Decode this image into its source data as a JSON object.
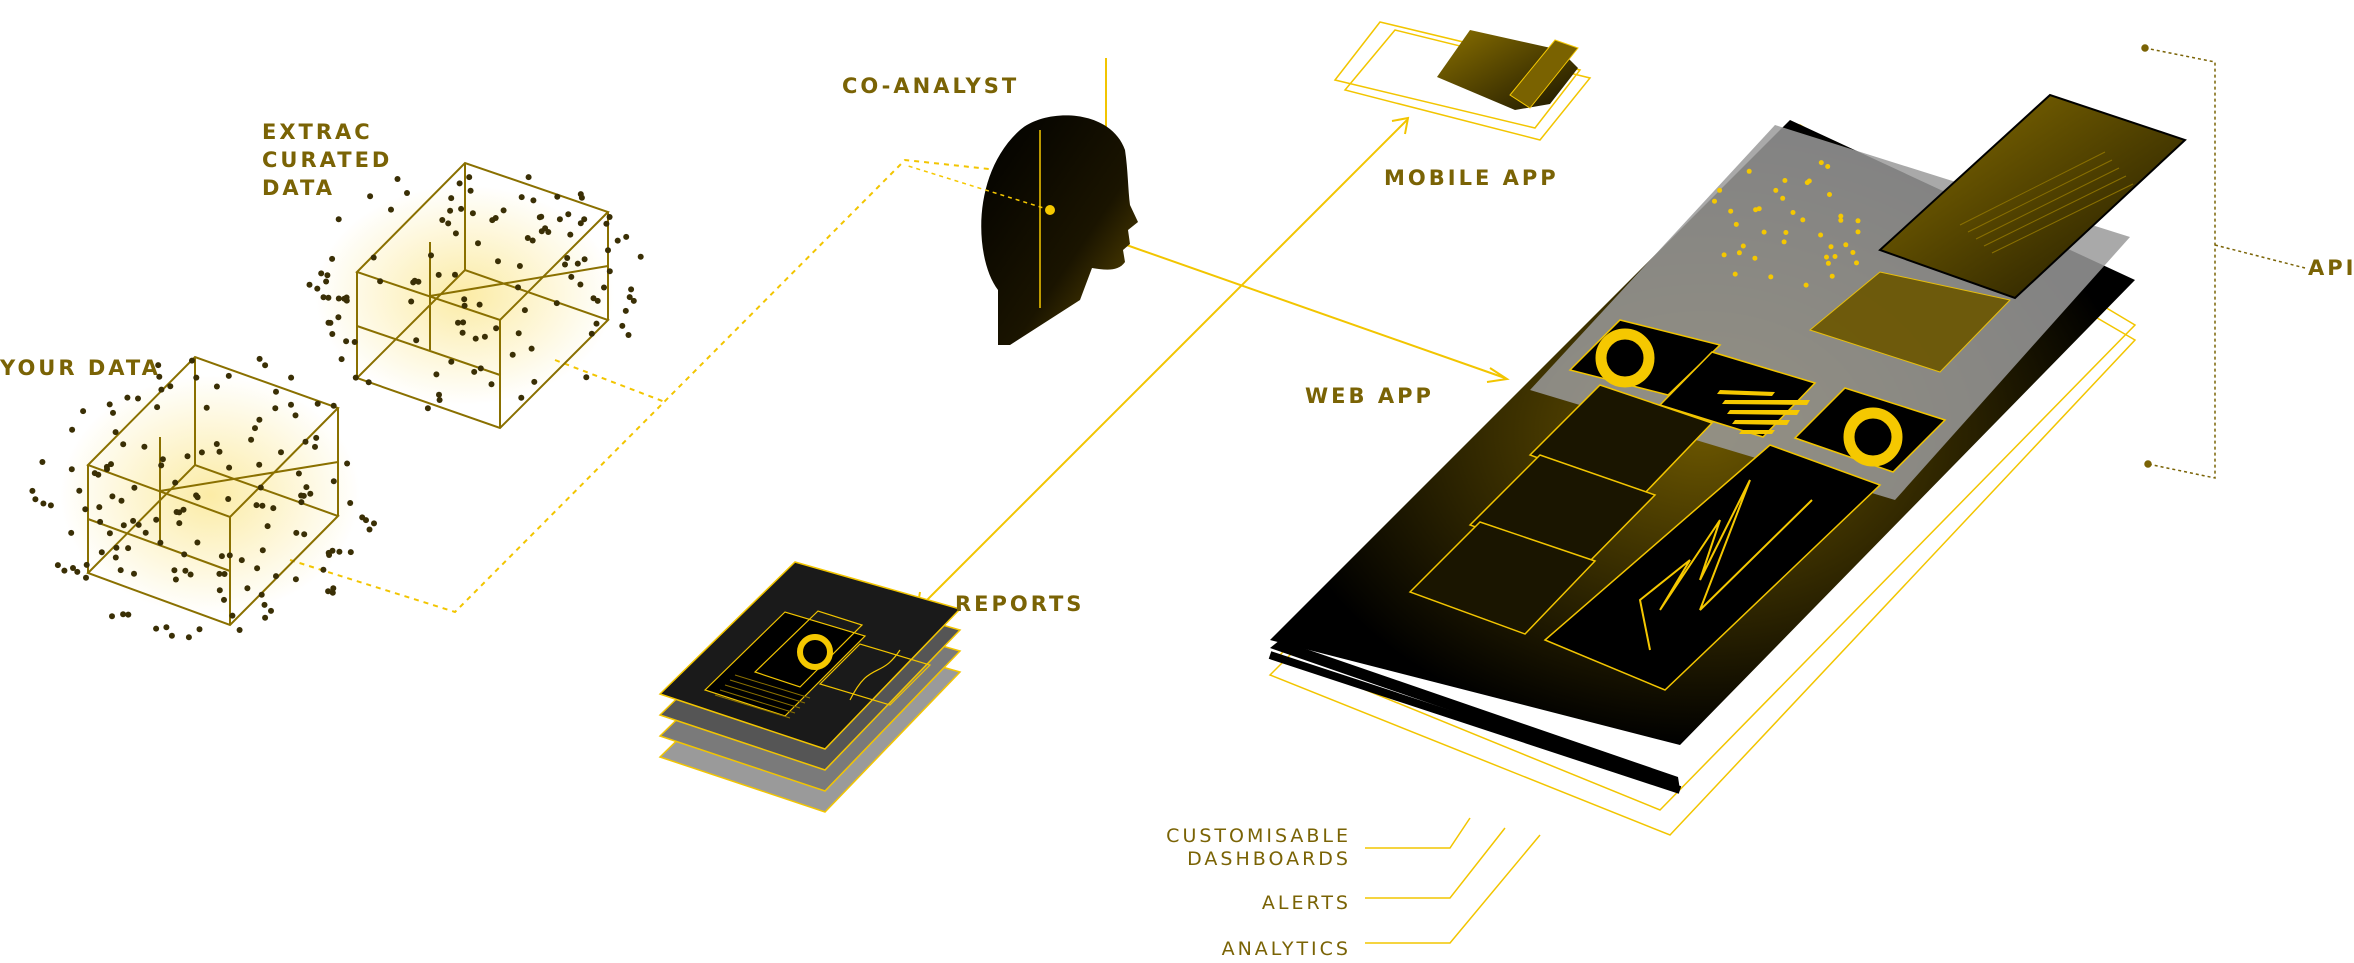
{
  "labels": {
    "your_data": "YOUR DATA",
    "extract_line1": "EXTRAC",
    "extract_line2": "CURATED",
    "extract_line3": "DATA",
    "co_analyst": "CO-ANALYST",
    "mobile_app": "MOBILE APP",
    "web_app": "WEB APP",
    "reports": "REPORTS",
    "api": "API",
    "dashboards_line1": "CUSTOMISABLE",
    "dashboards_line2": "DASHBOARDS",
    "alerts": "ALERTS",
    "analytics": "ANALYTICS"
  },
  "colors": {
    "accent": "#f5c800",
    "label": "#7a6305",
    "outline": "#f2c500",
    "dark": "#000000",
    "dot": "#3a2f05",
    "layer_gray": "#9a9a9a"
  },
  "icons": [
    "data-cube-icon",
    "curated-cube-icon",
    "head-icon",
    "phone-icon",
    "reports-stack-icon",
    "dashboard-stack-icon"
  ]
}
